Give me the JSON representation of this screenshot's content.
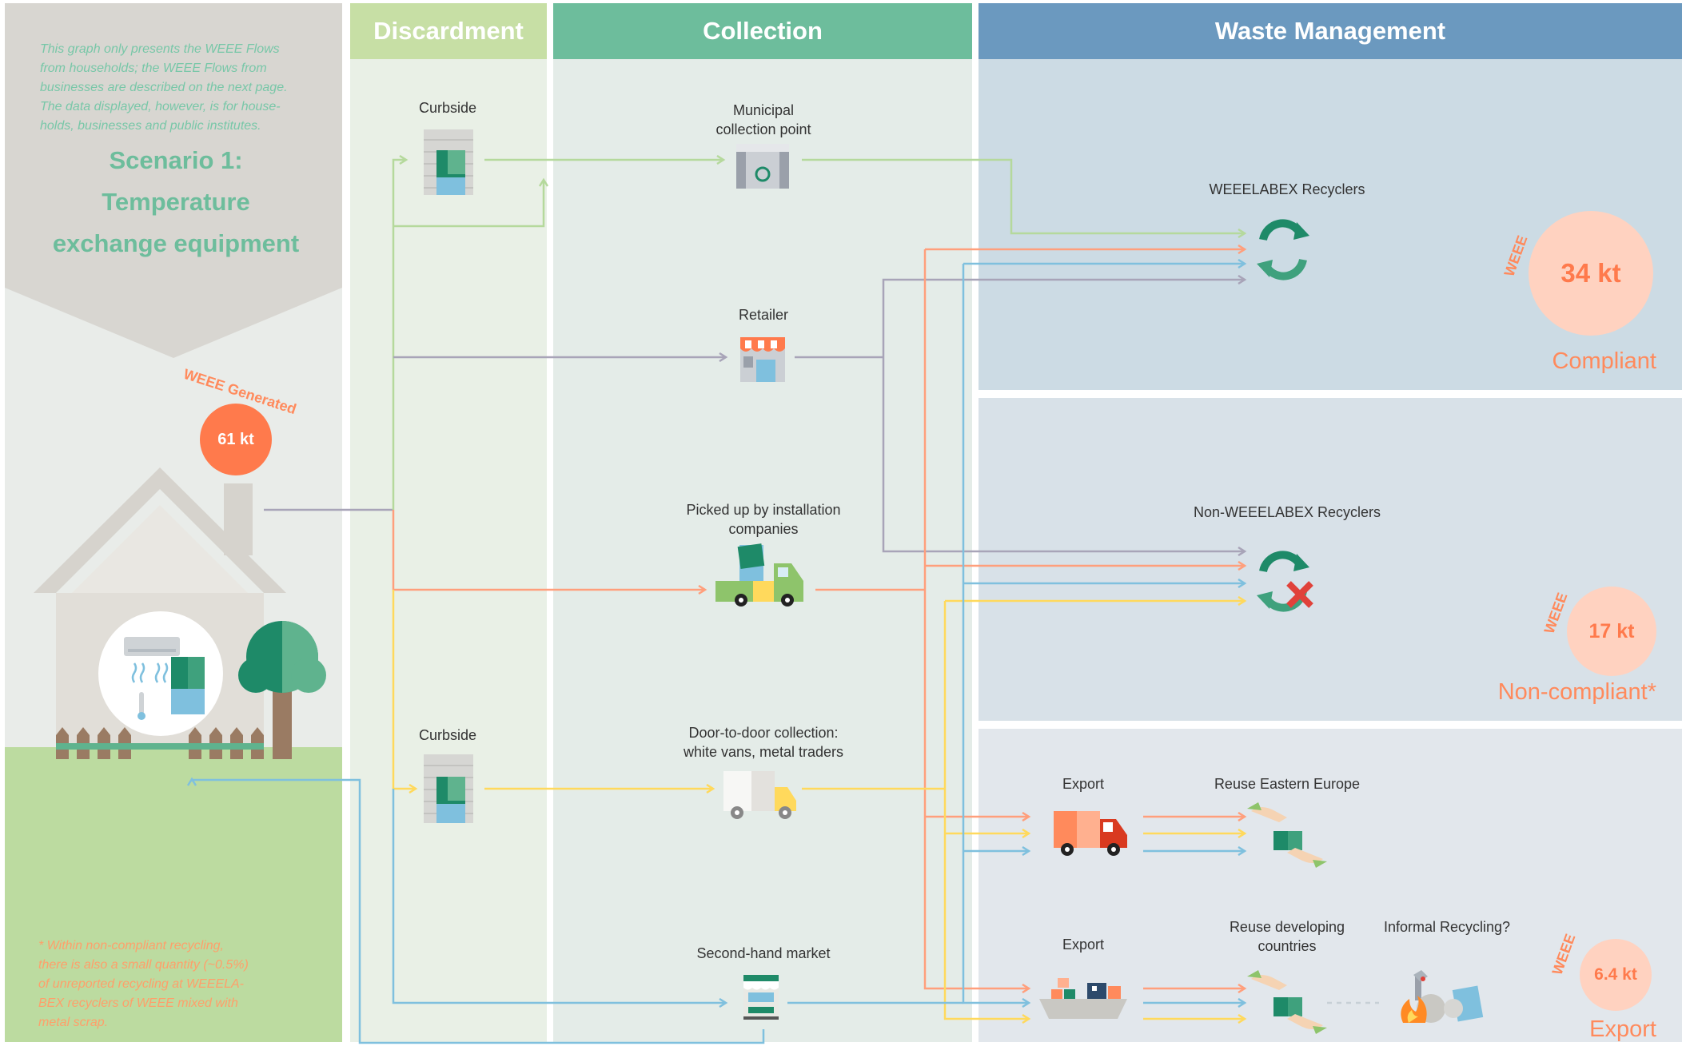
{
  "header": {
    "discardment": "Discardment",
    "collection": "Collection",
    "waste_management": "Waste Management"
  },
  "intro_note": {
    "line1": "This graph only presents the WEEE Flows",
    "line2": "from households; the WEEE Flows from",
    "line3": "businesses are described on the next page.",
    "line4": "The data displayed, however, is for house-",
    "line5": "holds, businesses and public institutes."
  },
  "scenario": {
    "line1": "Scenario 1:",
    "line2": "Temperature",
    "line3": "exchange equipment"
  },
  "generated": {
    "label": "WEEE Generated",
    "value": "61 kt"
  },
  "footnote": {
    "line1": "* Within non-compliant recycling,",
    "line2": "there is also a small quantity (~0.5%)",
    "line3": "of unreported recycling at WEEELA-",
    "line4": "BEX recyclers of WEEE mixed with",
    "line5": "metal scrap."
  },
  "discardment": {
    "curbside_top": "Curbside",
    "curbside_bottom": "Curbside"
  },
  "collection": {
    "municipal_line1": "Municipal",
    "municipal_line2": "collection point",
    "retailer": "Retailer",
    "installation_line1": "Picked up by installation",
    "installation_line2": "companies",
    "door_line1": "Door-to-door collection:",
    "door_line2": "white vans, metal traders",
    "second_hand": "Second-hand market"
  },
  "waste_management": {
    "weeelabex": "WEEELABEX Recyclers",
    "non_weeelabex": "Non-WEEELABEX Recyclers",
    "export_1": "Export",
    "reuse_eastern": "Reuse Eastern Europe",
    "export_2": "Export",
    "reuse_dev_line1": "Reuse developing",
    "reuse_dev_line2": "countries",
    "informal": "Informal Recycling?"
  },
  "outcomes": {
    "weee_tag": "WEEE",
    "compliant_value": "34 kt",
    "compliant_label": "Compliant",
    "noncompliant_value": "17 kt",
    "noncompliant_label": "Non-compliant*",
    "export_value": "6.4 kt",
    "export_label": "Export"
  },
  "colors": {
    "green_flow": "#b5d99c",
    "grey_flow": "#a8a4b8",
    "orange_flow": "#ff9f7c",
    "yellow_flow": "#ffd95c",
    "blue_flow": "#7fc0de",
    "accent": "#ff8a5c",
    "teal": "#6dbd9c"
  },
  "icons": {
    "curbside": "recycling-bin-icon",
    "municipal": "container-park-icon",
    "retailer": "shop-icon",
    "installation": "pickup-truck-icon",
    "door": "white-van-icon",
    "second_hand": "market-stall-icon",
    "weeelabex": "recycle-arrows-icon",
    "non_weeelabex": "recycle-cross-icon",
    "export_truck": "export-truck-icon",
    "export_ship": "cargo-ship-icon",
    "reuse": "hands-exchange-icon",
    "informal": "burning-scrap-icon"
  }
}
